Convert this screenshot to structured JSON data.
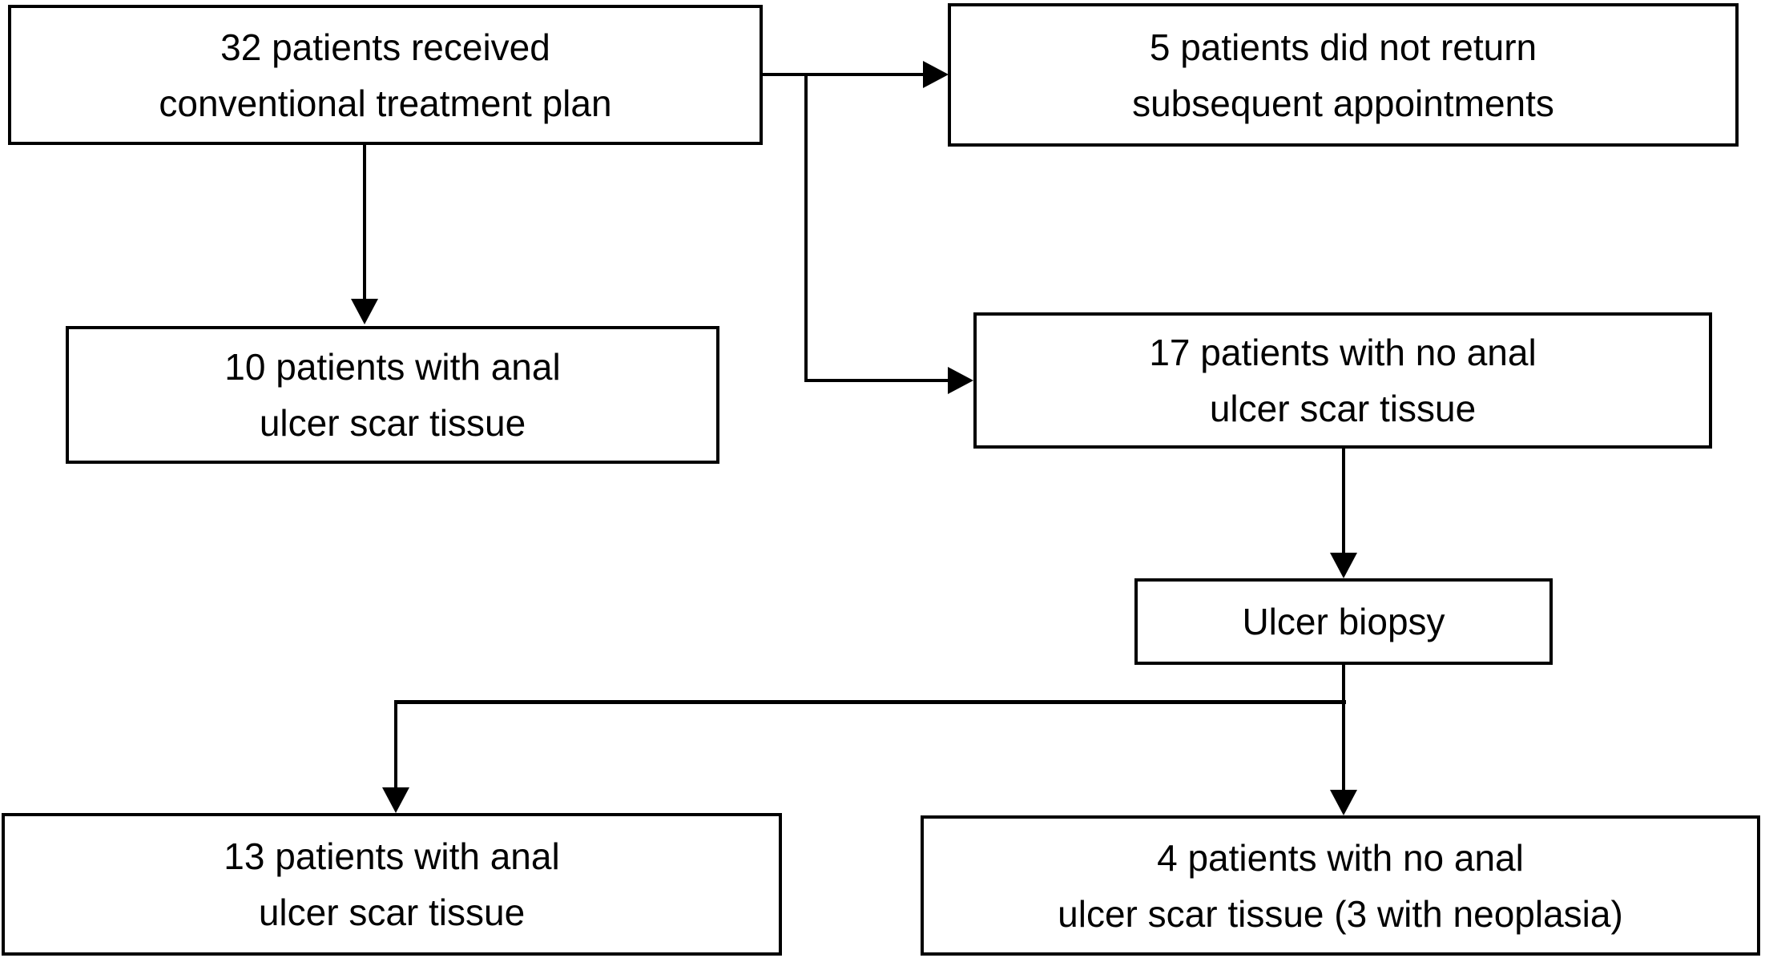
{
  "figure": {
    "type": "flowchart",
    "background_color": "#ffffff",
    "stroke_color": "#000000",
    "nodes": {
      "received": {
        "line1": "32 patients received",
        "line2": "conventional treatment plan"
      },
      "no_return": {
        "line1": "5 patients did not return",
        "line2": "subsequent appointments"
      },
      "scar_10": {
        "line1": "10 patients with anal",
        "line2": "ulcer scar tissue"
      },
      "no_scar_17": {
        "line1": "17 patients with no anal",
        "line2": "ulcer scar tissue"
      },
      "biopsy": {
        "line1": "Ulcer biopsy"
      },
      "scar_13": {
        "line1": "13 patients with anal",
        "line2": "ulcer scar tissue"
      },
      "no_scar_4": {
        "line1": "4 patients with no anal",
        "line2": "ulcer scar tissue (3 with neoplasia)"
      }
    },
    "edges": [
      {
        "from": "received",
        "to": "no_return"
      },
      {
        "from": "received",
        "to": "no_scar_17"
      },
      {
        "from": "received",
        "to": "scar_10"
      },
      {
        "from": "no_scar_17",
        "to": "biopsy"
      },
      {
        "from": "biopsy",
        "to": "scar_13"
      },
      {
        "from": "biopsy",
        "to": "no_scar_4"
      }
    ]
  }
}
